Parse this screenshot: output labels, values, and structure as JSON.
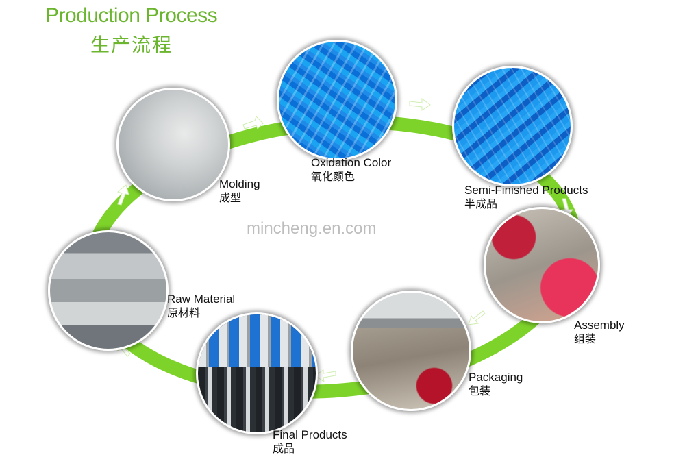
{
  "header": {
    "title_en": "Production Process",
    "title_zh": "生产流程"
  },
  "watermark": "mincheng.en.com",
  "colors": {
    "accent": "#6bb52f",
    "ring": "#7ed32b"
  },
  "steps": [
    {
      "en": "Molding",
      "zh": "成型"
    },
    {
      "en": "Oxidation Color",
      "zh": "氧化颜色"
    },
    {
      "en": "Semi-Finished Products",
      "zh": "半成品"
    },
    {
      "en": "Assembly",
      "zh": "组装"
    },
    {
      "en": "Packaging",
      "zh": "包装"
    },
    {
      "en": "Final Products",
      "zh": "成品"
    },
    {
      "en": "Raw Material",
      "zh": "原材料"
    }
  ]
}
